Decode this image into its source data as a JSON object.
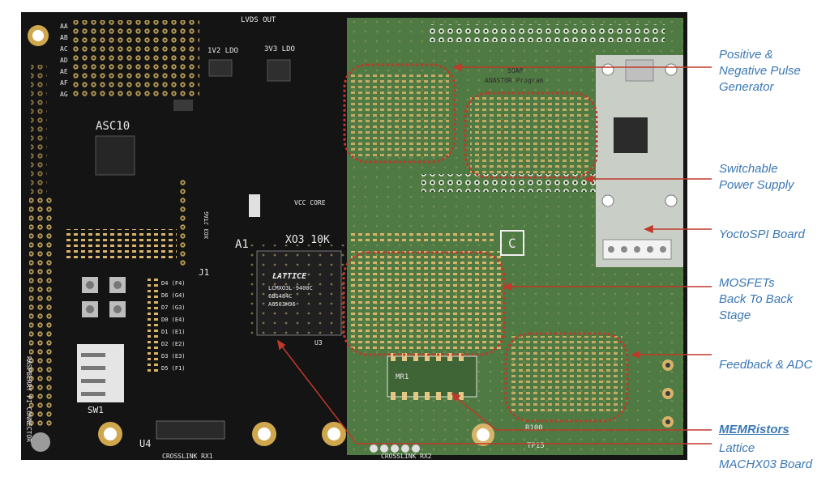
{
  "callouts": [
    {
      "text": "Positive &\nNegative Pulse\nGenerator"
    },
    {
      "text": "Switchable\nPower Supply"
    },
    {
      "text": "YoctoSPI Board"
    },
    {
      "text": "MOSFETs\nBack To Back\nStage"
    },
    {
      "text": "Feedback & ADC"
    },
    {
      "text": "MEMRistors"
    },
    {
      "text": "Lattice\nMACHX03 Board"
    }
  ],
  "silkscreen": {
    "left_board": {
      "lvds": "LVDS OUT",
      "ldo1": "1V2 LDO",
      "ldo2": "3V3 LDO",
      "asc": "ASC10",
      "a1": "A1",
      "xo3": "XO3 10K",
      "chip_brand": "LATTICE",
      "chip_part": "LCMXO3L-9400C",
      "chip_pkg": "6BG484C",
      "chip_lot": "A6503H96",
      "u3": "U3",
      "u4": "U4",
      "crosslink": "CROSSLINK RX1",
      "sw1": "SW1",
      "j1": "J1",
      "rpi": "RASPBERRY PI CONNECTOR",
      "jtag": "XO3 JTAG",
      "vcc_core": "VCC CORE",
      "pins": [
        "AA",
        "AB",
        "AC",
        "AD",
        "AE",
        "AF",
        "AG"
      ],
      "leds": [
        "D4 (F4)",
        "D6 (G4)",
        "D7 (G3)",
        "D0 (E4)",
        "D1 (E1)",
        "D2 (E2)",
        "D3 (E3)",
        "D5 (F1)"
      ]
    },
    "right_board": {
      "soap": "SOAP",
      "anastor": "ANASTOR Program",
      "mr1": "MR1",
      "r100": "R100",
      "tp15": "TP15",
      "crosslink2": "CROSSLINK RX2"
    }
  },
  "colors": {
    "callout_text": "#3b78b4",
    "leader_line": "#c0392b",
    "highlight": "#c0392b",
    "black_pcb": "#141414",
    "green_pcb": "#4f7a43",
    "grey_pcb": "#c9cfc7",
    "gold_pad": "#cda863"
  }
}
